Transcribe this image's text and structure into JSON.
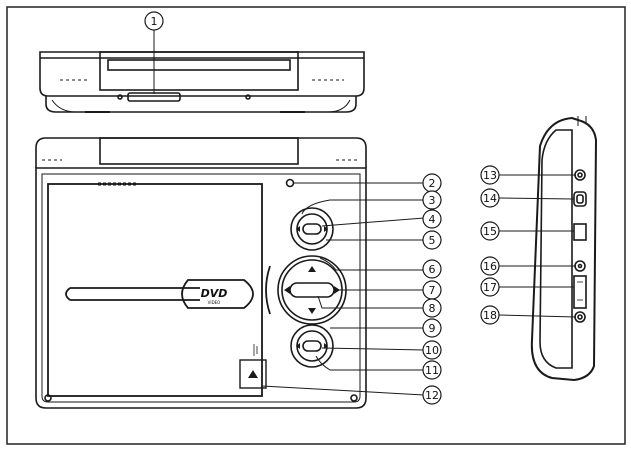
{
  "diagram": {
    "callouts": [
      "1",
      "2",
      "3",
      "4",
      "5",
      "6",
      "7",
      "8",
      "9",
      "10",
      "11",
      "12",
      "13",
      "14",
      "15",
      "16",
      "17",
      "18"
    ],
    "logo_text": "DVD",
    "logo_subtext": "VIDEO",
    "colors": {
      "ink": "#1a1a1a",
      "paper": "#ffffff"
    },
    "views": [
      "top-view",
      "front-view",
      "side-view"
    ]
  }
}
